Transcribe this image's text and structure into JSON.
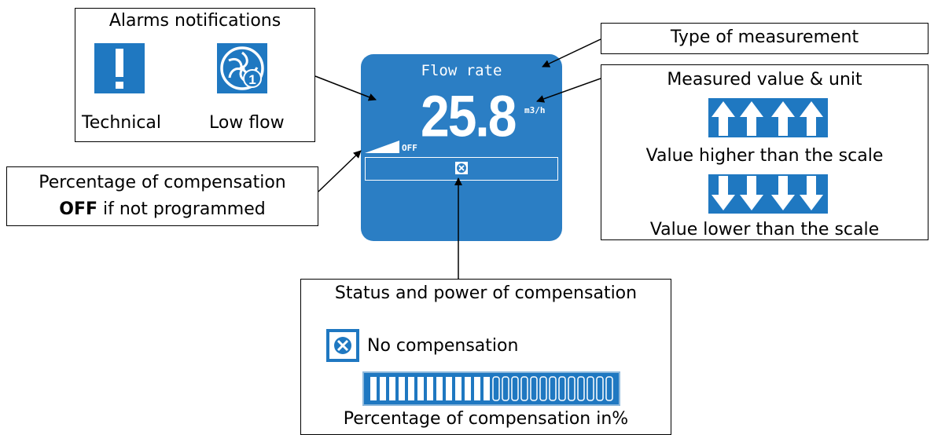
{
  "alarms": {
    "title": "Alarms notifications",
    "technical_label": "Technical",
    "low_flow_label": "Low flow",
    "low_flow_badge": "1"
  },
  "compensation_pct": {
    "line1": "Percentage of compensation",
    "line2_bold": "OFF",
    "line2_rest": " if not programmed"
  },
  "screen": {
    "title": "Flow rate",
    "value": "25.8",
    "unit": "m3/h",
    "compensation_state": "OFF"
  },
  "type_box": {
    "label": "Type of measurement"
  },
  "measured": {
    "title": "Measured value & unit",
    "higher_label": "Value higher than the scale",
    "lower_label": "Value lower than the scale"
  },
  "status": {
    "title": "Status and power of compensation",
    "no_comp_label": "No compensation",
    "bar_caption": "Percentage of compensation in%",
    "bar_level_fraction": 0.5
  },
  "colors": {
    "accent": "#1f78c1",
    "screen": "#2b7ec4"
  }
}
